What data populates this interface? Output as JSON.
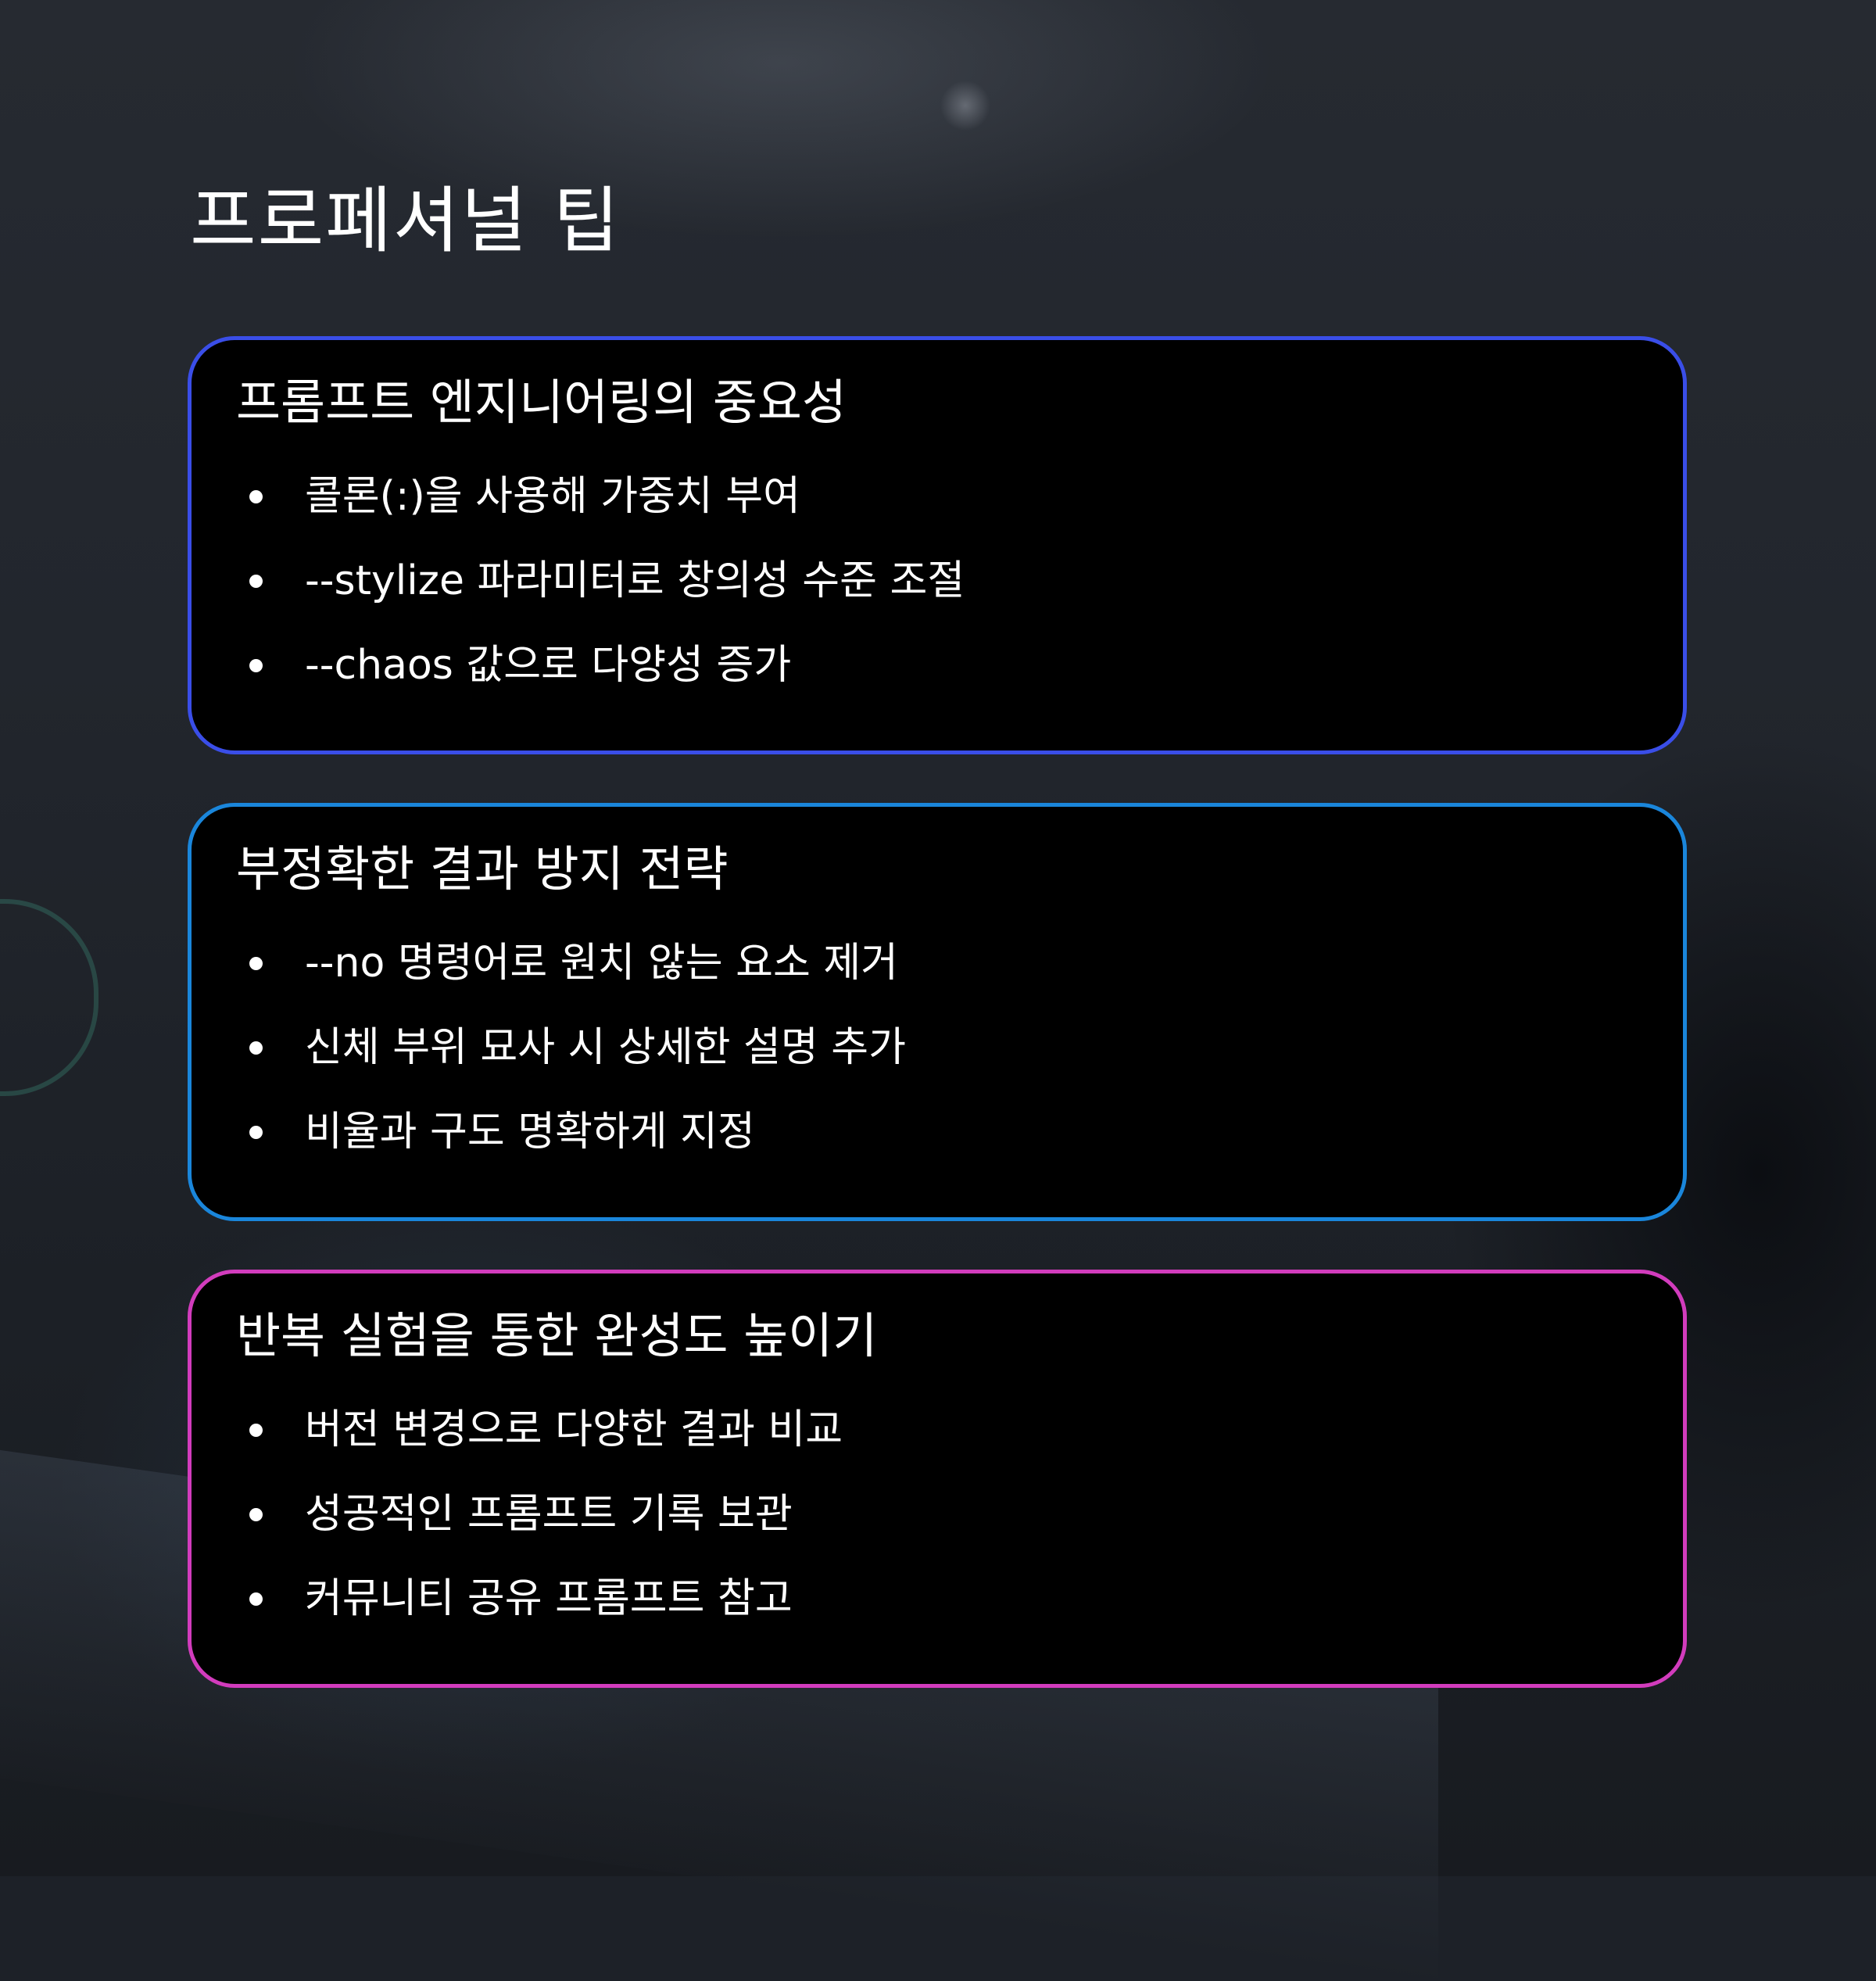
{
  "title": "프로페셔널 팁",
  "colors": {
    "card_1_border": "#3a4ee8",
    "card_2_border": "#1a86db",
    "card_3_border": "#d23cbd",
    "card_background": "#000000",
    "text": "#ffffff"
  },
  "cards": [
    {
      "heading": "프롬프트 엔지니어링의 중요성",
      "items": [
        "콜론(:)을 사용해 가중치 부여",
        "--stylize 파라미터로 창의성 수준 조절",
        "--chaos 값으로 다양성 증가"
      ]
    },
    {
      "heading": "부정확한 결과 방지 전략",
      "items": [
        "--no 명령어로 원치 않는 요소 제거",
        "신체 부위 묘사 시 상세한 설명 추가",
        "비율과 구도 명확하게 지정"
      ]
    },
    {
      "heading": "반복 실험을 통한 완성도 높이기",
      "items": [
        "버전 변경으로 다양한 결과 비교",
        "성공적인 프롬프트 기록 보관",
        "커뮤니티 공유 프롬프트 참고"
      ]
    }
  ]
}
